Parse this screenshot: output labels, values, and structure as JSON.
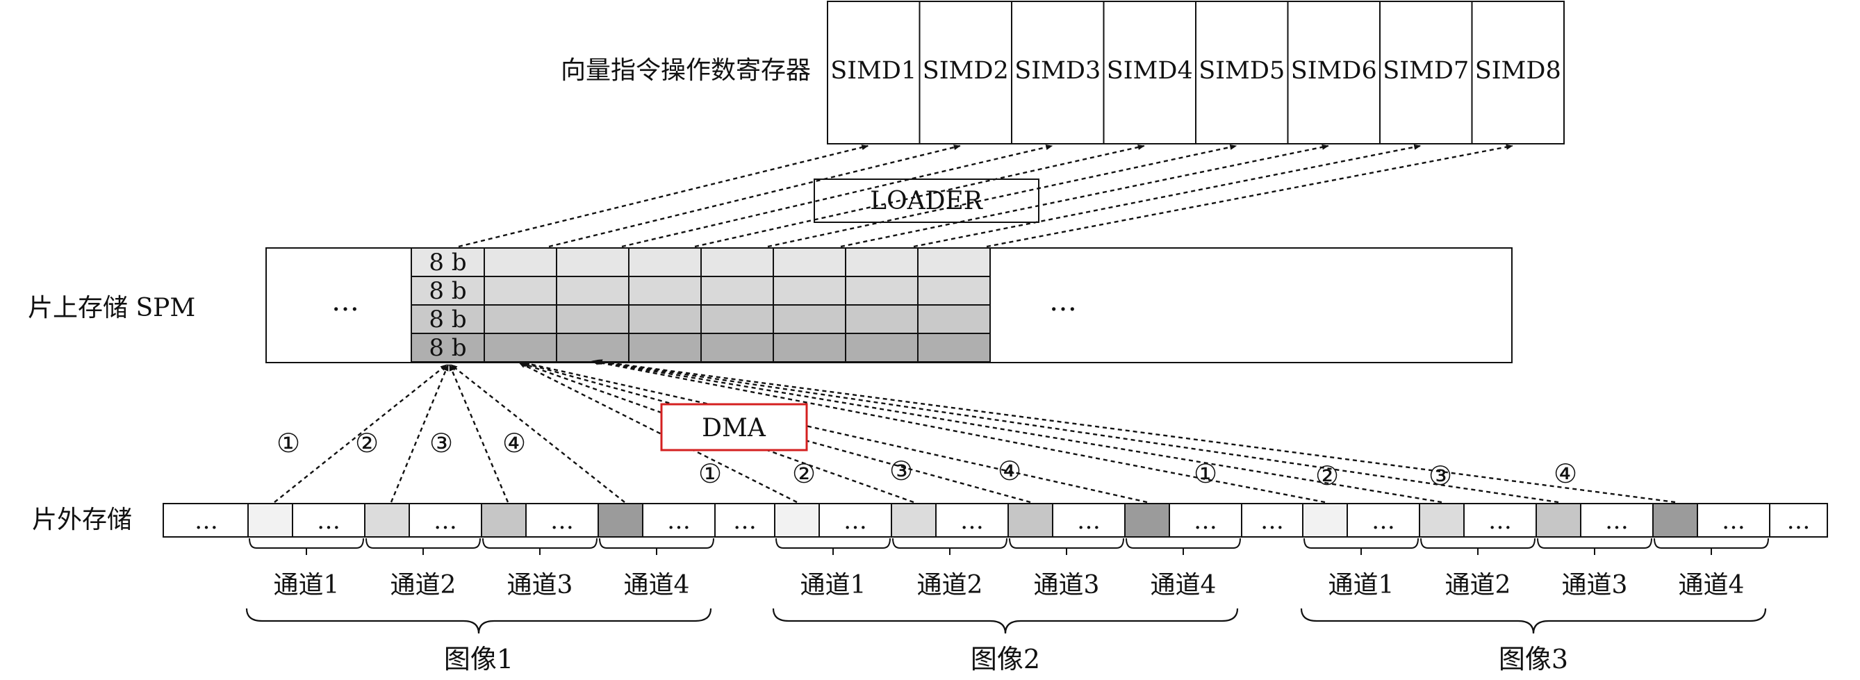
{
  "register": {
    "label": "向量指令操作数寄存器",
    "cells": [
      "SIMD1",
      "SIMD2",
      "SIMD3",
      "SIMD4",
      "SIMD5",
      "SIMD6",
      "SIMD7",
      "SIMD8"
    ]
  },
  "loader": {
    "label": "LOADER"
  },
  "spm": {
    "label": "片上存储  SPM",
    "left_ellipsis": "…",
    "right_ellipsis": "…",
    "byte_labels": [
      "8 b",
      "8 b",
      "8 b",
      "8 b"
    ],
    "row_shades": [
      "#e6e6e6",
      "#d9d9d9",
      "#c9c9c9",
      "#afafaf"
    ]
  },
  "dma": {
    "label": "DMA",
    "border_color": "#d42020"
  },
  "offchip": {
    "label": "片外存储",
    "ellipsis": "…",
    "channel_shades": [
      "#f2f2f2",
      "#dcdcdc",
      "#c6c6c6",
      "#9b9b9b"
    ]
  },
  "images": [
    {
      "name": "图像1",
      "channels": [
        "通道1",
        "通道2",
        "通道3",
        "通道4"
      ],
      "steps": [
        "①",
        "②",
        "③",
        "④"
      ]
    },
    {
      "name": "图像2",
      "channels": [
        "通道1",
        "通道2",
        "通道3",
        "通道4"
      ],
      "steps": [
        "①",
        "②",
        "③",
        "④"
      ]
    },
    {
      "name": "图像3",
      "channels": [
        "通道1",
        "通道2",
        "通道3",
        "通道4"
      ],
      "steps": [
        "①",
        "②",
        "③",
        "④"
      ]
    }
  ]
}
